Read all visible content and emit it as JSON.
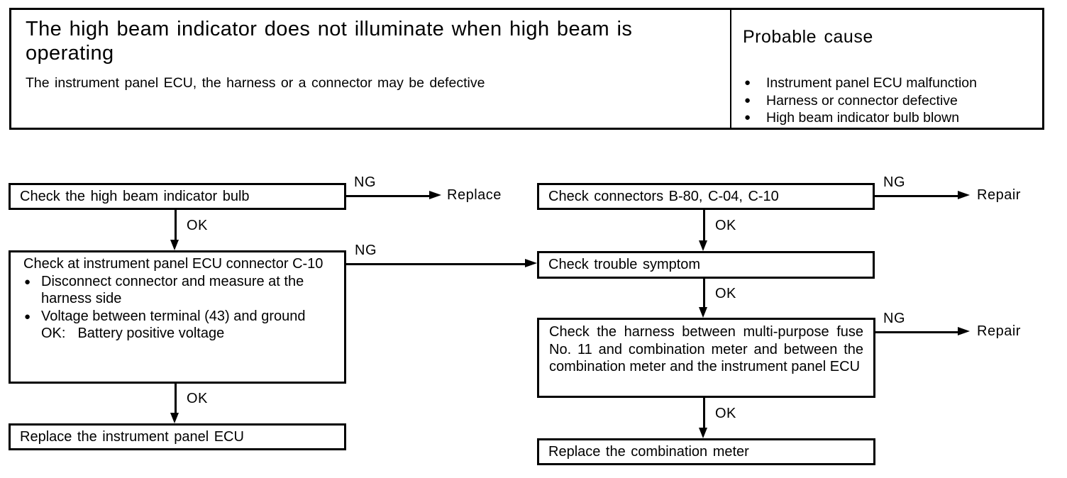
{
  "header": {
    "title": "The high beam indicator does not illuminate when high beam is operating",
    "subtitle": "The instrument panel ECU, the harness or a connector may be defective",
    "probable_cause": {
      "heading": "Probable cause",
      "items": [
        "Instrument panel ECU malfunction",
        "Harness or connector defective",
        "High beam indicator bulb blown"
      ]
    }
  },
  "flow": {
    "left_step1": "Check the high beam indicator bulb",
    "left_step2": {
      "title": "Check at instrument panel ECU connector C-10",
      "bullet1": "Disconnect connector and measure at the harness side",
      "bullet2": "Voltage between terminal (43) and ground",
      "ok_label": "OK:",
      "ok_value": "Battery positive voltage"
    },
    "left_step3": "Replace the instrument panel ECU",
    "right_step1": "Check connectors B-80, C-04, C-10",
    "right_step2": "Check trouble symptom",
    "right_step3": "Check the harness between multi-purpose fuse No. 11 and combination meter and between the combination meter and the instrument panel ECU",
    "right_step4": "Replace the combination meter",
    "labels": {
      "ng": "NG",
      "ok": "OK",
      "replace": "Replace",
      "repair": "Repair"
    }
  }
}
